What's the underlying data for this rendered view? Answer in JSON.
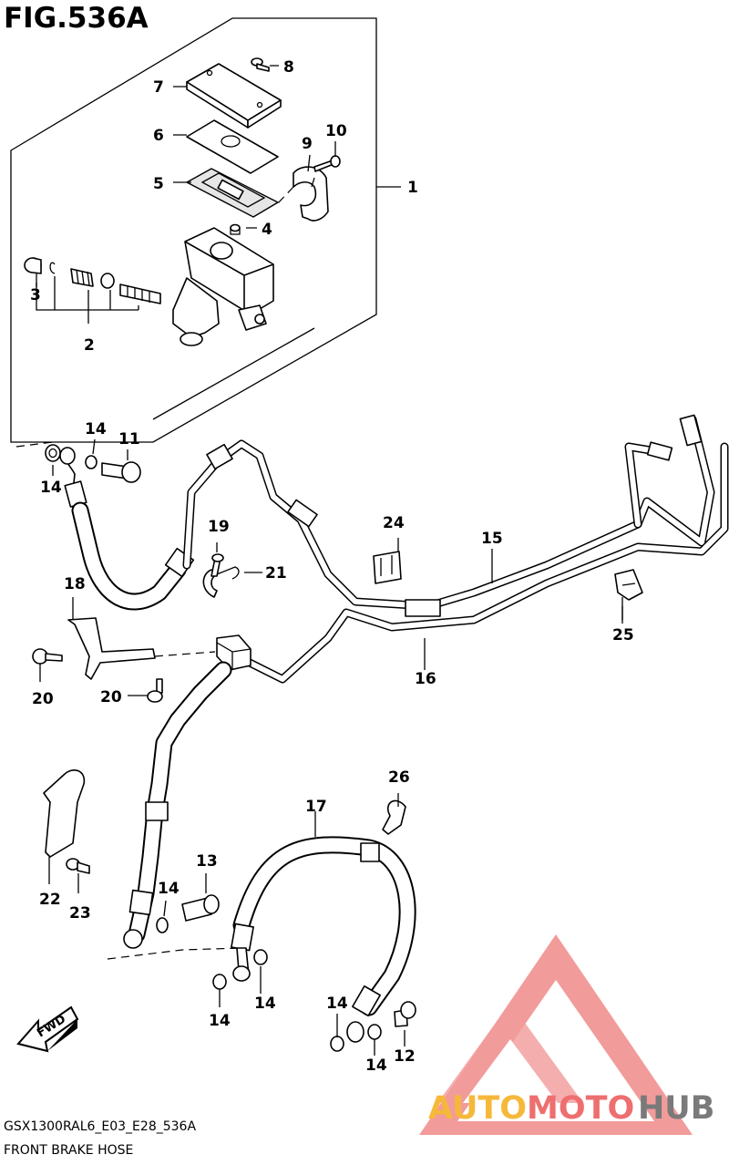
{
  "figure": {
    "title": "FIG.536A"
  },
  "footer": {
    "model_code": "GSX1300RAL6_E03_E28_536A",
    "caption": "FRONT BRAKE HOSE"
  },
  "callouts": [
    "1",
    "2",
    "3",
    "4",
    "5",
    "6",
    "7",
    "8",
    "9",
    "10",
    "11",
    "12",
    "13",
    "14",
    "14",
    "14",
    "14",
    "14",
    "14",
    "14",
    "14",
    "15",
    "16",
    "17",
    "18",
    "19",
    "20",
    "20",
    "21",
    "22",
    "23",
    "24",
    "25",
    "26"
  ],
  "fwd_arrow": {
    "label": "FWD"
  },
  "watermark": {
    "part1": "AUTO",
    "part2": "MOTO",
    "part3": "HUB",
    "color1": "#f6b83a",
    "color2": "#ee6f6f",
    "color3": "#7a7a7a"
  },
  "colors": {
    "line": "#000000",
    "background": "#ffffff",
    "logo_triangle": "#f08a8a"
  }
}
